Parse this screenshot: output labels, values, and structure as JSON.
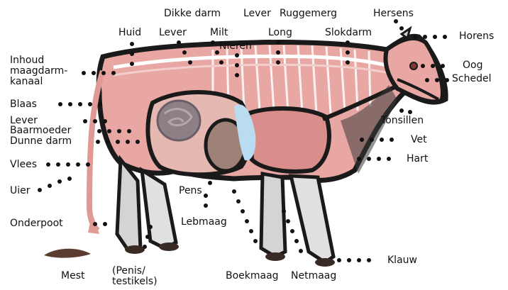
{
  "labels": {
    "dikke_darm": "Dikke darm",
    "lever_top": "Lever",
    "ruggemerg": "Ruggemerg",
    "hersens": "Hersens",
    "huid": "Huid",
    "lever_mid": "Lever",
    "milt": "Milt",
    "long": "Long",
    "slokdarm": "Slokdarm",
    "horens": "Horens",
    "nieren": "Nieren",
    "inhoud": "Inhoud\nmaagdarm-\nkanaal",
    "oog": "Oog",
    "schedel": "Schedel",
    "blaas": "Blaas",
    "lever_left": "Lever",
    "baarmoeder": "Baarmoeder",
    "dunne_darm": "Dunne darm",
    "tonsillen": "Tonsillen",
    "vet": "Vet",
    "vlees": "Vlees",
    "hart": "Hart",
    "uier": "Uier",
    "pens": "Pens",
    "onderpoot": "Onderpoot",
    "lebmaag": "Lebmaag",
    "klauw": "Klauw",
    "mest": "Mest",
    "penis": "(Penis/\ntestikels)",
    "boekmaag": "Boekmaag",
    "netmaag": "Netmaag"
  },
  "colors": {
    "body": "#e8a7a2",
    "muscle": "#d98e8b",
    "outline": "#1a1a1a",
    "leg": "#d4d4d4",
    "stomach": "#9f8277",
    "intestine": "#8c7f86",
    "bladder": "#b9dcf1",
    "dung": "#5a3d2e"
  }
}
